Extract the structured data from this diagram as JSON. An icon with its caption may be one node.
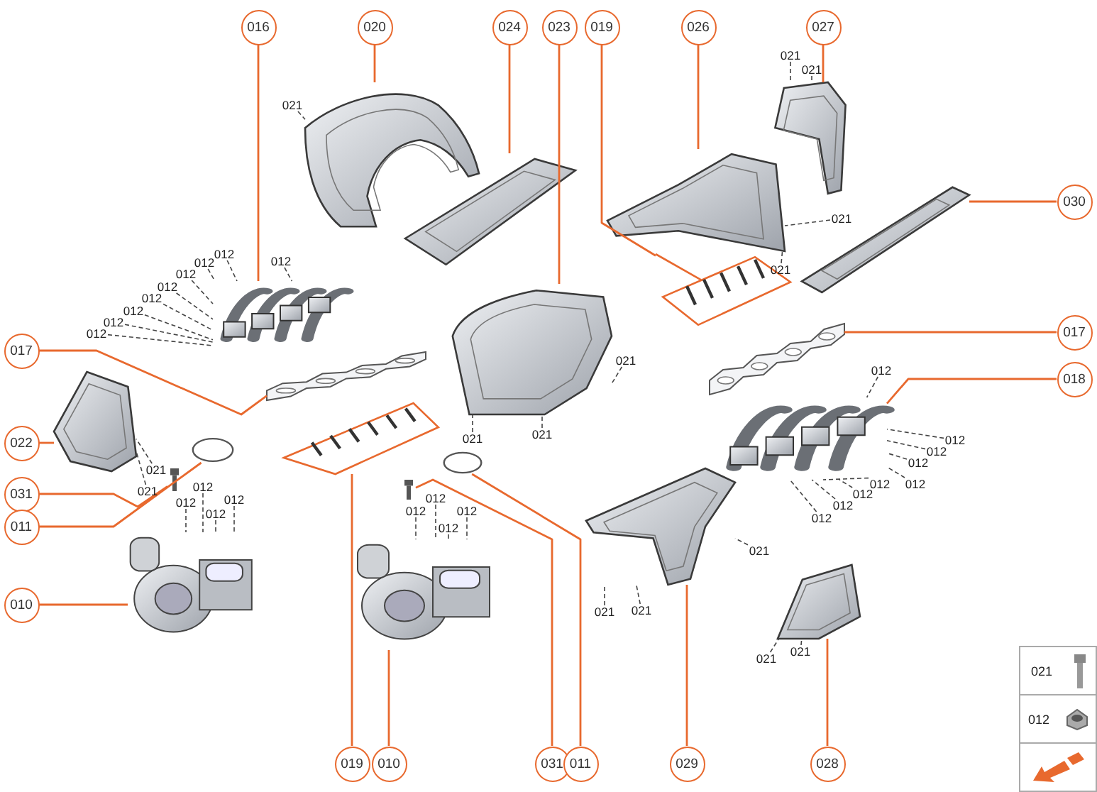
{
  "diagram": {
    "nodes": [
      {
        "text": [
          "016"
        ]
      },
      {
        "text": [
          "020"
        ]
      },
      {
        "text": [
          "024"
        ]
      },
      {
        "text": [
          "023"
        ]
      },
      {
        "text": [
          "019"
        ]
      },
      {
        "text": [
          "026"
        ]
      },
      {
        "text": [
          "027"
        ]
      },
      {
        "text": [],
        "shape": "picture"
      },
      {
        "text": [],
        "shape": "picture"
      },
      {
        "text": [],
        "shape": "picture"
      },
      {
        "text": [],
        "shape": "picture"
      },
      {
        "text": [
          "030"
        ]
      },
      {
        "text": [],
        "shape": "picture"
      },
      {
        "text": [],
        "shape": "picture"
      },
      {
        "text": [],
        "shape": "picture"
      },
      {
        "text": [],
        "shape": "picture"
      },
      {
        "text": [
          "017"
        ]
      },
      {
        "text": [
          "017"
        ]
      },
      {
        "text": [],
        "shape": "picture"
      },
      {
        "text": [
          "018"
        ]
      },
      {
        "text": [],
        "shape": "picture"
      },
      {
        "text": [],
        "shape": "picture"
      },
      {
        "text": [],
        "shape": "picture"
      },
      {
        "text": [
          "022"
        ]
      },
      {
        "text": [],
        "shape": "picture"
      },
      {
        "text": [],
        "shape": "circle"
      },
      {
        "text": [],
        "shape": "picture"
      },
      {
        "text": [],
        "shape": "circle"
      },
      {
        "text": [],
        "shape": "picture"
      },
      {
        "text": [
          "031"
        ]
      },
      {
        "text": [
          "011"
        ]
      },
      {
        "text": [],
        "shape": "picture"
      },
      {
        "text": [],
        "shape": "picture"
      },
      {
        "text": [],
        "shape": "picture"
      },
      {
        "text": [],
        "shape": "picture"
      },
      {
        "text": [
          "010"
        ]
      },
      {
        "text": [
          "019"
        ]
      },
      {
        "text": [
          "010"
        ]
      },
      {
        "text": [
          "031"
        ]
      },
      {
        "text": [
          "011"
        ]
      },
      {
        "text": [
          "029"
        ]
      },
      {
        "text": [
          "028"
        ]
      },
      {
        "text": [
          "021"
        ]
      },
      {
        "text": [
          "021"
        ]
      },
      {
        "text": [
          "021"
        ]
      },
      {
        "text": [
          "021"
        ]
      },
      {
        "text": [
          "012"
        ]
      },
      {
        "text": [
          "012"
        ]
      },
      {
        "text": [
          "021"
        ]
      },
      {
        "text": [
          "012"
        ]
      },
      {
        "text": [
          "012"
        ]
      },
      {
        "text": [
          "012"
        ]
      },
      {
        "text": [
          "012"
        ]
      },
      {
        "text": [
          "012"
        ]
      },
      {
        "text": [
          "012"
        ]
      },
      {
        "text": [
          "012"
        ]
      },
      {
        "text": [
          "021"
        ]
      },
      {
        "text": [
          "012"
        ]
      },
      {
        "text": [
          "021"
        ]
      },
      {
        "text": [
          "021"
        ]
      },
      {
        "text": [
          "012"
        ]
      },
      {
        "text": [
          "012"
        ]
      },
      {
        "text": [
          "021"
        ]
      },
      {
        "text": [
          "012"
        ]
      },
      {
        "text": [
          "021"
        ]
      },
      {
        "text": [
          "012"
        ]
      },
      {
        "text": [
          "012"
        ]
      },
      {
        "text": [
          "012"
        ]
      },
      {
        "text": [
          "012"
        ]
      },
      {
        "text": [
          "012"
        ]
      },
      {
        "text": [
          "012"
        ]
      },
      {
        "text": [
          "012"
        ]
      },
      {
        "text": [
          "012"
        ]
      },
      {
        "text": [
          "012"
        ]
      },
      {
        "text": [
          "012"
        ]
      },
      {
        "text": [
          "012"
        ]
      },
      {
        "text": [
          "012"
        ]
      },
      {
        "text": [
          "012"
        ]
      },
      {
        "text": [
          "021"
        ]
      },
      {
        "text": [
          "021"
        ]
      },
      {
        "text": [
          "021"
        ]
      },
      {
        "text": [
          "021"
        ]
      },
      {
        "text": [
          "021"
        ]
      }
    ],
    "edges": [
      {
        "from": 0,
        "to": 13,
        "arrow": "none",
        "color": "#e8692e"
      },
      {
        "from": 1,
        "to": 7,
        "arrow": "none",
        "color": "#e8692e"
      },
      {
        "from": 2,
        "to": 9,
        "arrow": "none",
        "color": "#e8692e"
      },
      {
        "from": 3,
        "to": 14,
        "arrow": "none",
        "color": "#e8692e"
      },
      {
        "from": 4,
        "to": 15,
        "arrow": "none",
        "color": "#e8692e"
      },
      {
        "from": 5,
        "to": 10,
        "arrow": "none",
        "color": "#e8692e"
      },
      {
        "from": 6,
        "to": 8,
        "arrow": "none",
        "color": "#e8692e"
      },
      {
        "from": 11,
        "to": 12,
        "arrow": "none",
        "color": "#e8692e"
      },
      {
        "from": 16,
        "to": 21,
        "arrow": "none",
        "color": "#e8692e"
      },
      {
        "from": 17,
        "to": 18,
        "arrow": "none",
        "color": "#e8692e"
      },
      {
        "from": 19,
        "to": 20,
        "arrow": "none",
        "color": "#e8692e"
      },
      {
        "from": 23,
        "to": 24,
        "arrow": "none",
        "color": "#e8692e"
      },
      {
        "from": 29,
        "to": 26,
        "arrow": "none",
        "color": "#e8692e"
      },
      {
        "from": 30,
        "to": 25,
        "arrow": "none",
        "color": "#e8692e"
      },
      {
        "from": 35,
        "to": 31,
        "arrow": "none",
        "color": "#e8692e"
      },
      {
        "from": 36,
        "to": 22,
        "arrow": "none",
        "color": "#e8692e"
      },
      {
        "from": 37,
        "to": 32,
        "arrow": "none",
        "color": "#e8692e"
      },
      {
        "from": 38,
        "to": 28,
        "arrow": "none",
        "color": "#e8692e"
      },
      {
        "from": 39,
        "to": 27,
        "arrow": "none",
        "color": "#e8692e"
      },
      {
        "from": 40,
        "to": 33,
        "arrow": "none",
        "color": "#e8692e"
      },
      {
        "from": 41,
        "to": 34,
        "arrow": "none",
        "color": "#e8692e"
      },
      {
        "from": 42,
        "to": 7,
        "arrow": "none",
        "style": "dashed",
        "color": "#444444"
      },
      {
        "from": 43,
        "to": 8,
        "arrow": "none",
        "style": "dashed",
        "color": "#444444"
      },
      {
        "from": 44,
        "to": 8,
        "arrow": "none",
        "style": "dashed",
        "color": "#444444"
      },
      {
        "from": 45,
        "to": 10,
        "arrow": "none",
        "style": "dashed",
        "color": "#444444"
      },
      {
        "from": 46,
        "to": 13,
        "arrow": "none",
        "style": "dashed",
        "color": "#444444"
      },
      {
        "from": 47,
        "to": 13,
        "arrow": "none",
        "style": "dashed",
        "color": "#444444"
      },
      {
        "from": 48,
        "to": 10,
        "arrow": "none",
        "style": "dashed",
        "color": "#444444"
      },
      {
        "from": 49,
        "to": 13,
        "arrow": "none",
        "style": "dashed",
        "color": "#444444"
      },
      {
        "from": 50,
        "to": 13,
        "arrow": "none",
        "style": "dashed",
        "color": "#444444"
      },
      {
        "from": 51,
        "to": 13,
        "arrow": "none",
        "style": "dashed",
        "color": "#444444"
      },
      {
        "from": 52,
        "to": 13,
        "arrow": "none",
        "style": "dashed",
        "color": "#444444"
      },
      {
        "from": 53,
        "to": 13,
        "arrow": "none",
        "style": "dashed",
        "color": "#444444"
      },
      {
        "from": 54,
        "to": 13,
        "arrow": "none",
        "style": "dashed",
        "color": "#444444"
      },
      {
        "from": 55,
        "to": 13,
        "arrow": "none",
        "style": "dashed",
        "color": "#444444"
      },
      {
        "from": 56,
        "to": 14,
        "arrow": "none",
        "style": "dashed",
        "color": "#444444"
      },
      {
        "from": 57,
        "to": 20,
        "arrow": "none",
        "style": "dashed",
        "color": "#444444"
      },
      {
        "from": 58,
        "to": 14,
        "arrow": "none",
        "style": "dashed",
        "color": "#444444"
      },
      {
        "from": 59,
        "to": 14,
        "arrow": "none",
        "style": "dashed",
        "color": "#444444"
      },
      {
        "from": 60,
        "to": 20,
        "arrow": "none",
        "style": "dashed",
        "color": "#444444"
      },
      {
        "from": 61,
        "to": 20,
        "arrow": "none",
        "style": "dashed",
        "color": "#444444"
      },
      {
        "from": 62,
        "to": 24,
        "arrow": "none",
        "style": "dashed",
        "color": "#444444"
      },
      {
        "from": 63,
        "to": 20,
        "arrow": "none",
        "style": "dashed",
        "color": "#444444"
      },
      {
        "from": 64,
        "to": 24,
        "arrow": "none",
        "style": "dashed",
        "color": "#444444"
      },
      {
        "from": 65,
        "to": 20,
        "arrow": "none",
        "style": "dashed",
        "color": "#444444"
      },
      {
        "from": 66,
        "to": 20,
        "arrow": "none",
        "style": "dashed",
        "color": "#444444"
      },
      {
        "from": 67,
        "to": 31,
        "arrow": "none",
        "style": "dashed",
        "color": "#444444"
      },
      {
        "from": 68,
        "to": 32,
        "arrow": "none",
        "style": "dashed",
        "color": "#444444"
      },
      {
        "from": 69,
        "to": 20,
        "arrow": "none",
        "style": "dashed",
        "color": "#444444"
      },
      {
        "from": 70,
        "to": 31,
        "arrow": "none",
        "style": "dashed",
        "color": "#444444"
      },
      {
        "from": 71,
        "to": 31,
        "arrow": "none",
        "style": "dashed",
        "color": "#444444"
      },
      {
        "from": 72,
        "to": 32,
        "arrow": "none",
        "style": "dashed",
        "color": "#444444"
      },
      {
        "from": 73,
        "to": 32,
        "arrow": "none",
        "style": "dashed",
        "color": "#444444"
      },
      {
        "from": 74,
        "to": 20,
        "arrow": "none",
        "style": "dashed",
        "color": "#444444"
      },
      {
        "from": 75,
        "to": 31,
        "arrow": "none",
        "style": "dashed",
        "color": "#444444"
      },
      {
        "from": 76,
        "to": 20,
        "arrow": "none",
        "style": "dashed",
        "color": "#444444"
      },
      {
        "from": 77,
        "to": 32,
        "arrow": "none",
        "style": "dashed",
        "color": "#444444"
      },
      {
        "from": 78,
        "to": 33,
        "arrow": "none",
        "style": "dashed",
        "color": "#444444"
      },
      {
        "from": 79,
        "to": 33,
        "arrow": "none",
        "style": "dashed",
        "color": "#444444"
      },
      {
        "from": 80,
        "to": 33,
        "arrow": "none",
        "style": "dashed",
        "color": "#444444"
      },
      {
        "from": 81,
        "to": 34,
        "arrow": "none",
        "style": "dashed",
        "color": "#444444"
      },
      {
        "from": 82,
        "to": 34,
        "arrow": "none",
        "style": "dashed",
        "color": "#444444"
      }
    ],
    "legend": [
      {
        "text": "021"
      },
      {
        "text": "012"
      }
    ]
  }
}
